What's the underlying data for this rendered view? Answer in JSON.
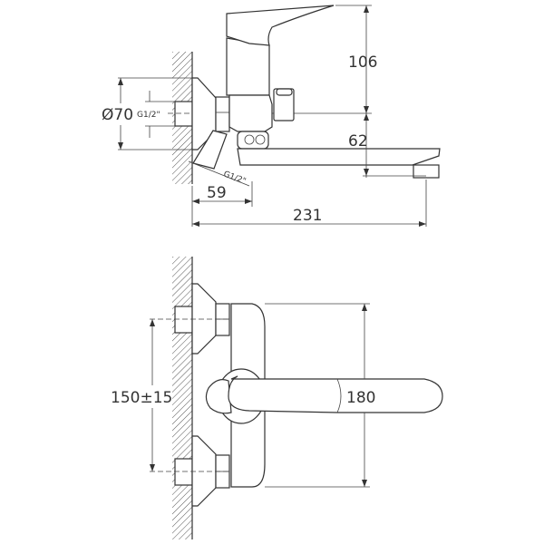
{
  "top_view": {
    "dim_height": "106",
    "dim_spout_drop": "62",
    "dim_escutcheon_diameter": "Ø70",
    "thread_inlet": "G1/2\"",
    "thread_outlet": "G1/2\"",
    "dim_body_offset": "59",
    "dim_total_length": "231"
  },
  "front_view": {
    "dim_inlet_spacing": "150±15",
    "dim_body_height": "180"
  },
  "colors": {
    "line": "#333333",
    "background": "#ffffff"
  }
}
